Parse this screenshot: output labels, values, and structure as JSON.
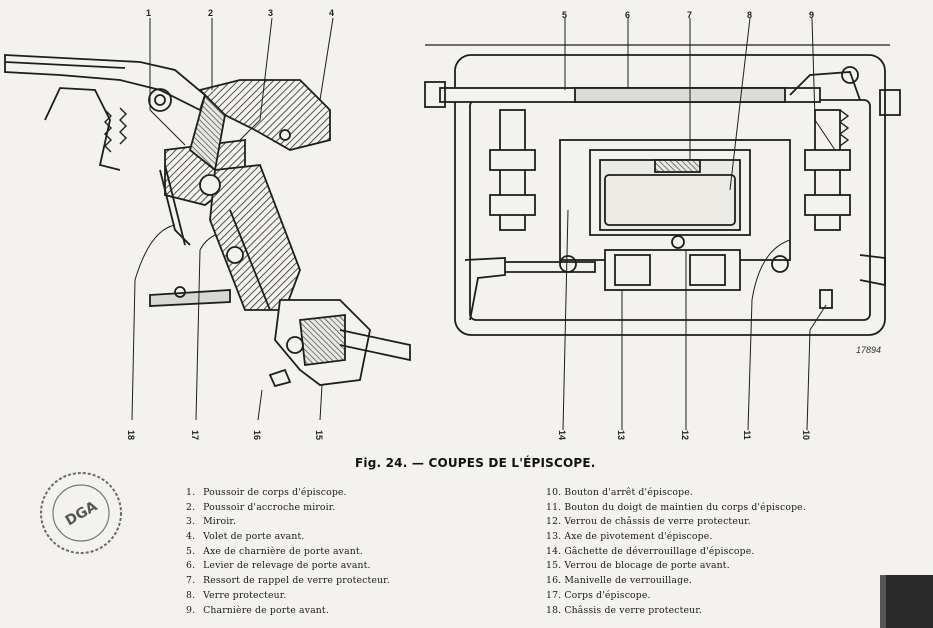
{
  "figure_number": "17894",
  "caption": "Fig. 24. — COUPES DE L'ÉPISCOPE.",
  "callouts_top": [
    {
      "id": "1",
      "label": "1"
    },
    {
      "id": "2",
      "label": "2"
    },
    {
      "id": "3",
      "label": "3"
    },
    {
      "id": "4",
      "label": "4"
    },
    {
      "id": "5",
      "label": "5"
    },
    {
      "id": "6",
      "label": "6"
    },
    {
      "id": "7",
      "label": "7"
    },
    {
      "id": "8",
      "label": "8"
    },
    {
      "id": "9",
      "label": "9"
    }
  ],
  "callouts_bottom": [
    {
      "id": "18",
      "label": "18"
    },
    {
      "id": "17",
      "label": "17"
    },
    {
      "id": "16",
      "label": "16"
    },
    {
      "id": "15",
      "label": "15"
    },
    {
      "id": "14",
      "label": "14"
    },
    {
      "id": "13",
      "label": "13"
    },
    {
      "id": "12",
      "label": "12"
    },
    {
      "id": "11",
      "label": "11"
    },
    {
      "id": "10",
      "label": "10"
    }
  ],
  "legend_left": [
    {
      "num": "1.",
      "text": "Poussoir de corps d'épiscope."
    },
    {
      "num": "2.",
      "text": "Poussoir d'accroche miroir."
    },
    {
      "num": "3.",
      "text": "Miroir."
    },
    {
      "num": "4.",
      "text": "Volet de porte avant."
    },
    {
      "num": "5.",
      "text": "Axe de charnière de porte avant."
    },
    {
      "num": "6.",
      "text": "Levier de relevage de porte avant."
    },
    {
      "num": "7.",
      "text": "Ressort de rappel de verre protecteur."
    },
    {
      "num": "8.",
      "text": "Verre protecteur."
    },
    {
      "num": "9.",
      "text": "Charnière de porte avant."
    }
  ],
  "legend_right": [
    {
      "num": "10.",
      "text": "Bouton d'arrêt d'épiscope."
    },
    {
      "num": "11.",
      "text": "Bouton du doigt de maintien du corps d'épiscope."
    },
    {
      "num": "12.",
      "text": "Verrou de châssis de verre protecteur."
    },
    {
      "num": "13.",
      "text": "Axe de pivotement d'épiscope."
    },
    {
      "num": "14.",
      "text": "Gâchette de déverrouillage d'épiscope."
    },
    {
      "num": "15.",
      "text": "Verrou de blocage de porte avant."
    },
    {
      "num": "16.",
      "text": "Manivelle de verrouillage."
    },
    {
      "num": "17.",
      "text": "Corps d'épiscope."
    },
    {
      "num": "18.",
      "text": "Châssis de verre protecteur."
    }
  ],
  "stamp": {
    "text": "DGA"
  },
  "colors": {
    "ink": "#1e1e1e",
    "paper": "#f3f2ee",
    "hatch": "#3a3a3a"
  }
}
